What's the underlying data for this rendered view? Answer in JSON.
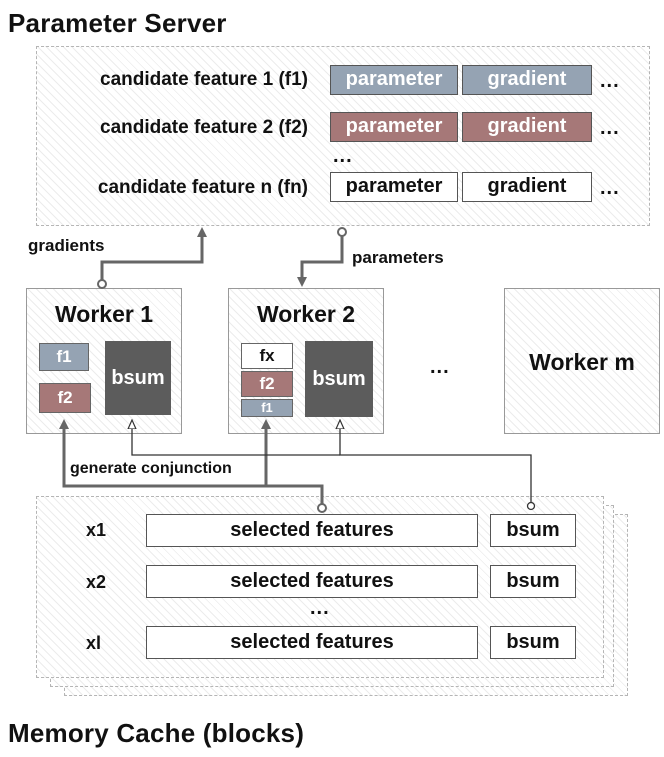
{
  "parameter_server": {
    "title": "Parameter Server",
    "rows": [
      {
        "label": "candidate feature 1 (f1)",
        "param": "parameter",
        "grad": "gradient",
        "style": "blue"
      },
      {
        "label": "candidate feature 2 (f2)",
        "param": "parameter",
        "grad": "gradient",
        "style": "red"
      },
      {
        "label": "candidate feature n (fn)",
        "param": "parameter",
        "grad": "gradient",
        "style": "white"
      }
    ],
    "row_ellipsis": "...",
    "mid_ellipsis": "..."
  },
  "arrows": {
    "gradients": "gradients",
    "parameters": "parameters",
    "generate_conjunction": "generate conjunction"
  },
  "workers": {
    "w1": {
      "title": "Worker 1",
      "f1": "f1",
      "f2": "f2",
      "bsum": "bsum"
    },
    "w2": {
      "title": "Worker 2",
      "fx": "fx",
      "f2": "f2",
      "f1": "f1",
      "bsum": "bsum"
    },
    "ellipsis": "...",
    "wm": {
      "title": "Worker m"
    }
  },
  "memory_cache": {
    "title": "Memory Cache (blocks)",
    "rows": [
      {
        "x": "x1",
        "features": "selected features",
        "bsum": "bsum"
      },
      {
        "x": "x2",
        "features": "selected features",
        "bsum": "bsum"
      },
      {
        "x": "xl",
        "features": "selected features",
        "bsum": "bsum"
      }
    ],
    "ellipsis": "..."
  },
  "colors": {
    "blue": "#95a3b3",
    "red": "#a67878",
    "dark": "#5c5c5c",
    "line": "#666666"
  }
}
